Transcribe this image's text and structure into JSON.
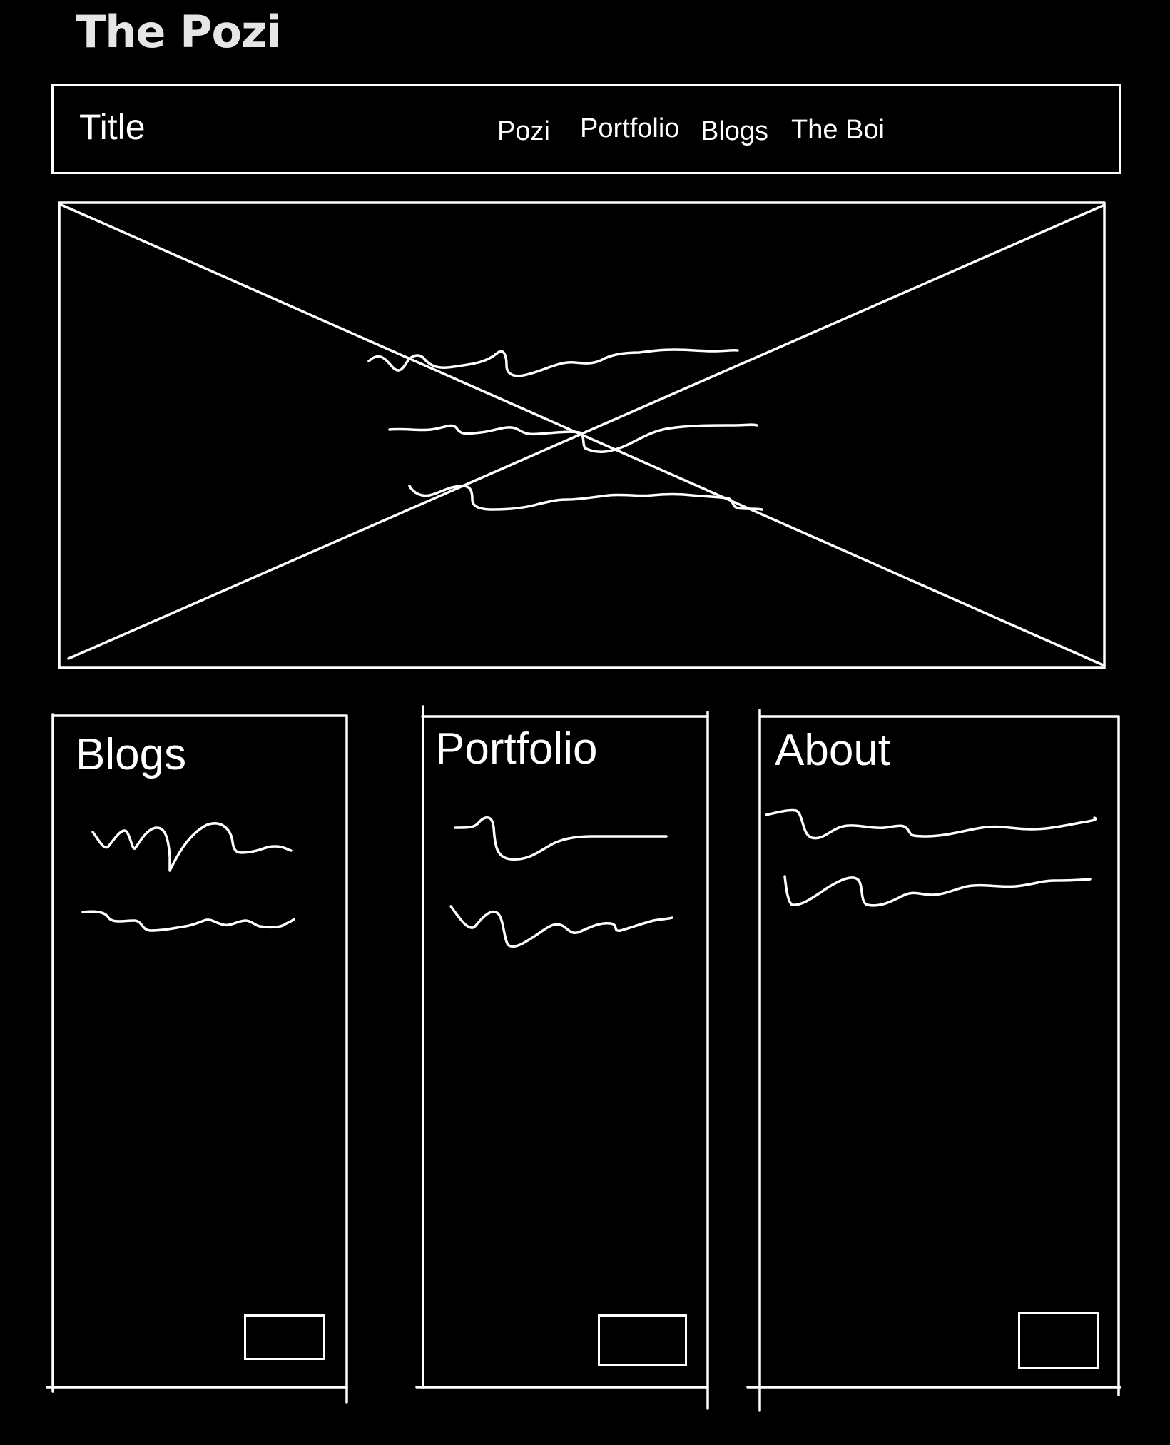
{
  "app": {
    "title": "The Pozi"
  },
  "navbar": {
    "brand": "Title",
    "links": [
      "Pozi",
      "Portfolio",
      "Blogs",
      "The Boi"
    ]
  },
  "hero": {
    "placeholder_type": "image-placeholder-with-squiggle-text"
  },
  "cards": [
    {
      "title": "Blogs"
    },
    {
      "title": "Portfolio"
    },
    {
      "title": "About"
    }
  ],
  "colors": {
    "background": "#000000",
    "stroke": "#ffffff",
    "app_title": "#e6e6e6"
  }
}
